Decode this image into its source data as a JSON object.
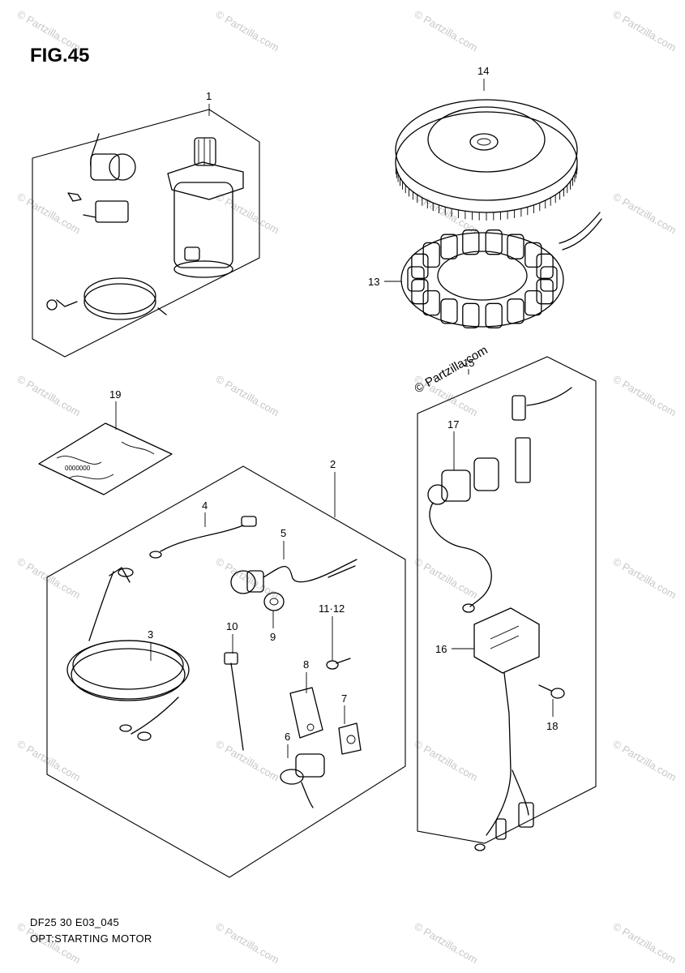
{
  "figure": {
    "title": "FIG.45",
    "code": "DF25 30 E03_045",
    "caption": "OPT:STARTING MOTOR",
    "watermark_text": "© Partzilla.com",
    "watermark_center": "© Partzilla.com"
  },
  "callouts": {
    "c1": "1",
    "c2": "2",
    "c3": "3",
    "c4": "4",
    "c5": "5",
    "c6": "6",
    "c7": "7",
    "c8": "8",
    "c9": "9",
    "c10": "10",
    "c11_12": "11·12",
    "c13": "13",
    "c14": "14",
    "c15": "15",
    "c16": "16",
    "c17": "17",
    "c18": "18",
    "c19": "19"
  }
}
